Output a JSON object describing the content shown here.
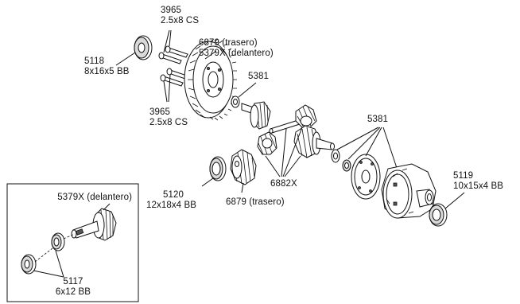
{
  "labels": {
    "screw_top_part": "3965",
    "screw_top_size": "2.5x8 CS",
    "ring_gear_rear": "6879 (trasero)",
    "ring_gear_front": "5379X (delantero)",
    "bearing_left_part": "5118",
    "bearing_left_size": "8x16x5  BB",
    "washer_top_part": "5381",
    "screw_bottom_part": "3965",
    "screw_bottom_size": "2.5x8 CS",
    "washers_right_part": "5381",
    "bearing_right_part": "5119",
    "bearing_right_size": "10x15x4 BB",
    "bearing_mid_part": "5120",
    "bearing_mid_size": "12x18x4 BB",
    "pinion_rear": "6879 (trasero)",
    "spider_gears_part": "6882X",
    "inset_pinion_front": "5379X (delantero)",
    "inset_bearing_part": "5117",
    "inset_bearing_size": "6x12 BB"
  },
  "colors": {
    "line": "#111111",
    "background": "#ffffff",
    "shade": "#d9d9d9"
  }
}
